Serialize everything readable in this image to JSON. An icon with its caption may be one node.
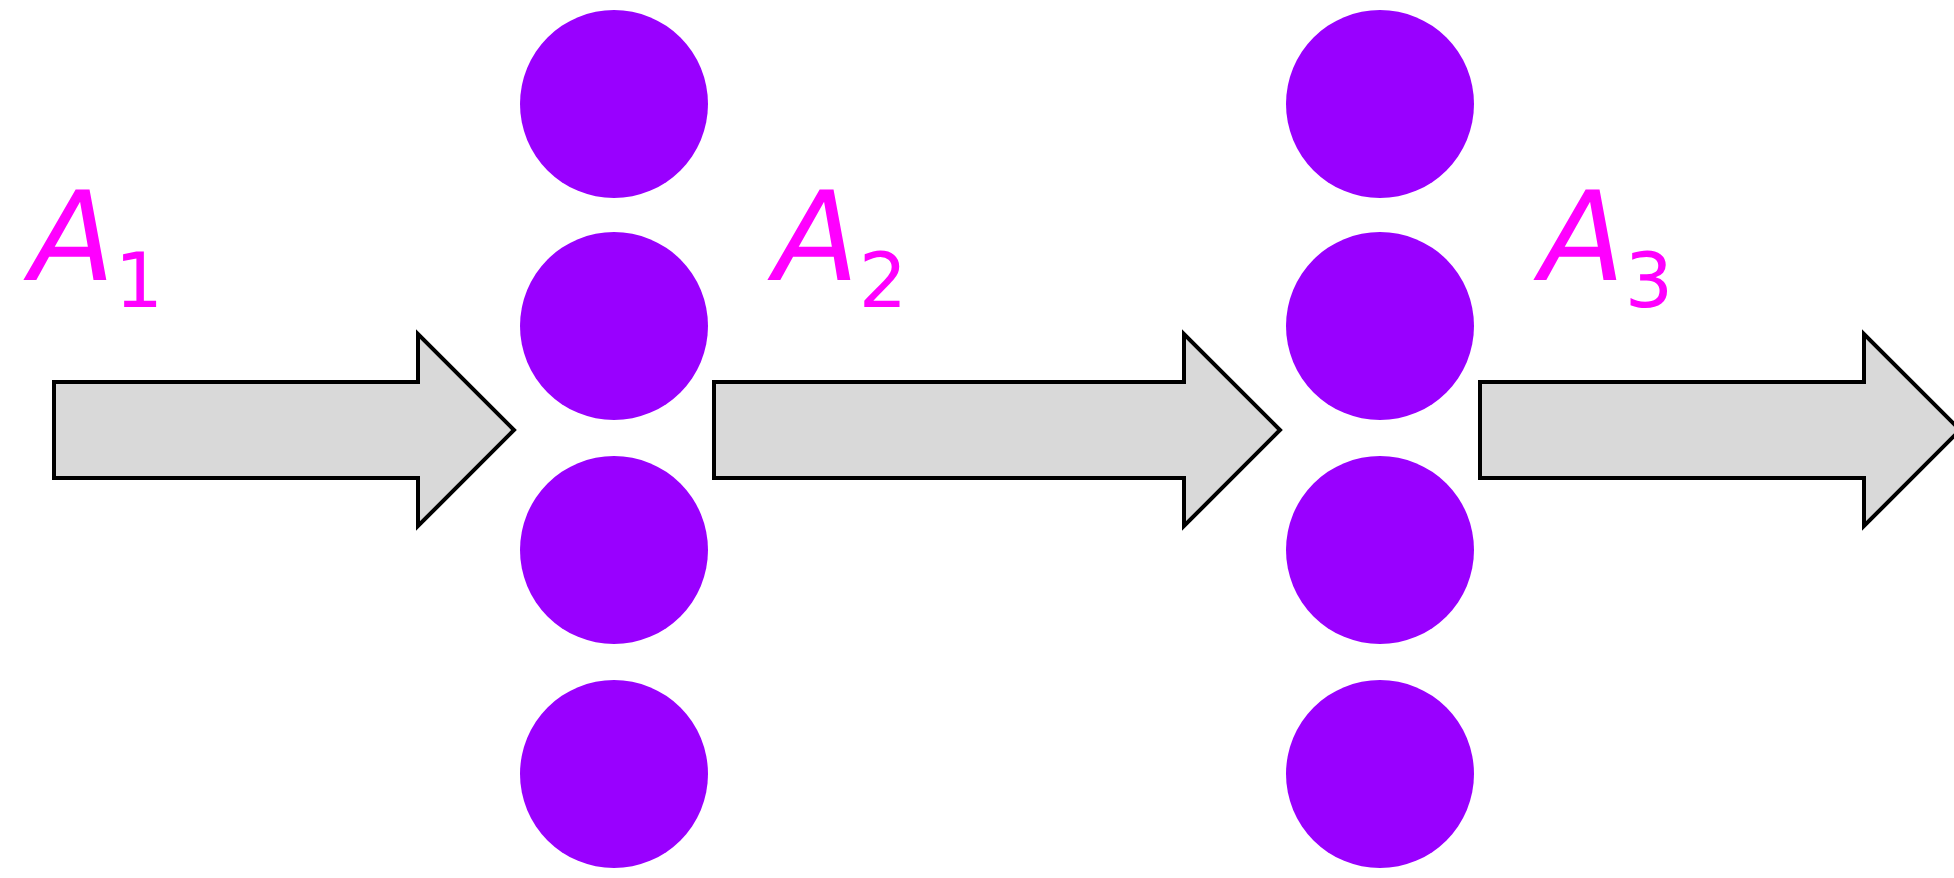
{
  "diagram": {
    "nodes": [
      {
        "text": [],
        "shape": "circle"
      },
      {
        "text": [],
        "shape": "circle"
      },
      {
        "text": [],
        "shape": "circle"
      },
      {
        "text": [],
        "shape": "circle"
      },
      {
        "text": [],
        "shape": "circle"
      },
      {
        "text": [],
        "shape": "circle"
      },
      {
        "text": [],
        "shape": "circle"
      },
      {
        "text": [],
        "shape": "circle"
      }
    ],
    "edges": [
      {
        "from": null,
        "to": 1,
        "arrow": "to",
        "label": "A$_{1}$"
      },
      {
        "from": 1,
        "to": 5,
        "arrow": "to",
        "label": "A$_{2}$"
      },
      {
        "from": 5,
        "to": null,
        "arrow": "to",
        "label": "A$_{3}$"
      }
    ]
  }
}
